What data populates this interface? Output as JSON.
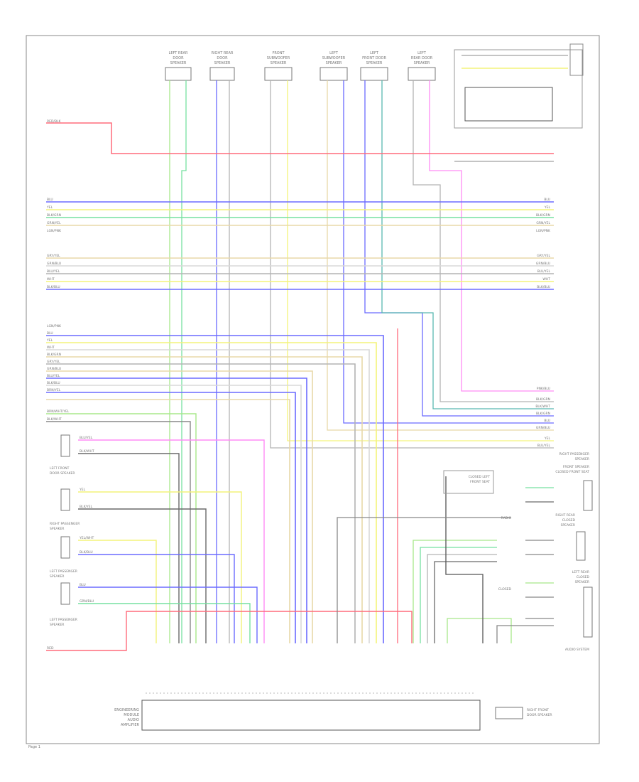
{
  "page": {
    "page_number": "Page 1"
  },
  "top_speakers": [
    {
      "line1": "LEFT REAR",
      "line2": "DOOR",
      "line3": "SPEAKER"
    },
    {
      "line1": "RIGHT REAR",
      "line2": "DOOR",
      "line3": "SPEAKER"
    },
    {
      "line1": "FRONT",
      "line2": "SUBWOOFER",
      "line3": "SPEAKER"
    },
    {
      "line1": "LEFT",
      "line2": "SUBWOOFER",
      "line3": "SPEAKER"
    },
    {
      "line1": "LEFT",
      "line2": "FRONT DOOR",
      "line3": "SPEAKER"
    },
    {
      "line1": "LEFT",
      "line2": "REAR DOOR",
      "line3": "SPEAKER"
    }
  ],
  "left_wire_labels": {
    "group0": [
      "RED/BLK"
    ],
    "group1": [
      "BLU",
      "YEL",
      "BLK/GRN",
      "GRN/YEL",
      "LGN/PNK"
    ],
    "group2": [
      "GRY/YEL",
      "GRN/BLU",
      "BLU/YEL",
      "WHT",
      "BLK/BLU"
    ],
    "group3": [
      "LGN/PNK",
      "BLU",
      "YEL",
      "WHT",
      "BLK/GRN",
      "GRY/YEL",
      "GRN/BLU",
      "BLU/YEL",
      "BLK/BLU",
      "BRN/YEL"
    ],
    "group4": [
      "BRN/WHT/YEL",
      "BLK/WHT"
    ],
    "group5": [
      "RED"
    ]
  },
  "right_wire_labels": {
    "group1": [
      "BLU",
      "YEL",
      "BLK/GRN",
      "GRN/YEL",
      "LGN/PNK"
    ],
    "group2": [
      "GRY/YEL",
      "GRN/BLU",
      "BLU/YEL",
      "WHT",
      "BLK/BLU"
    ],
    "group3": [
      "PNK/BLU",
      "BLK/GRN",
      "BLK/WHT",
      "BLK/GRN",
      "BLU",
      "GRN/BLU",
      "YEL",
      "BLU/YEL"
    ]
  },
  "left_speakers": [
    {
      "line1": "LEFT FRONT",
      "line2": "DOOR SPEAKER",
      "wire1": "BLU/YEL",
      "wire2": "BLK/WHT"
    },
    {
      "line1": "RIGHT PASSENGER",
      "line2": "SPEAKER",
      "wire1": "YEL",
      "wire2": "BLK/YEL"
    },
    {
      "line1": "LEFT PASSENGER",
      "line2": "SPEAKER",
      "wire1": "YEL/WHT",
      "wire2": "BLK/BLU"
    },
    {
      "line1": "LEFT PASSENGER",
      "line2": "SPEAKER",
      "wire1": "BLU",
      "wire2": "GRN/BLU"
    }
  ],
  "right_speakers": [
    {
      "line1": "RIGHT PASSENGER",
      "line2": "SPEAKER"
    },
    {
      "line1": "CLOSED LEFT",
      "line2": "FRONT SEAT"
    },
    {
      "line1": "FRONT SPEAKER",
      "line2": "CLOSED FRONT SEAT"
    },
    {
      "line1": "RIGHT REAR",
      "line2": "CLOSED",
      "line3": "SPEAKER"
    },
    {
      "line1": "LEFT REAR",
      "line2": "CLOSED",
      "line3": "SPEAKER"
    }
  ],
  "module": {
    "line1": "ENGINEERING",
    "line2": "MODULE",
    "line3": "AUDIO",
    "line4": "AMPLIFIER"
  },
  "bottom_right_speaker": {
    "line1": "RIGHT FRONT",
    "line2": "DOOR SPEAKER"
  },
  "labels": {
    "audio_system": "AUDIO SYSTEM",
    "radio": "RADIO",
    "closed": "CLOSED"
  },
  "colors": {
    "RED": "#ff6b7c",
    "BLU": "#6b6bff",
    "YEL": "#f3f37a",
    "GRN": "#76e0a0",
    "PNK": "#ff8cf5",
    "GRY": "#b4b4b4",
    "WHT": "#d8d8d8",
    "BLK": "#6a6a6a",
    "TAN": "#e8d8a8",
    "LGN": "#a8e88a",
    "TEAL": "#59b8b0"
  }
}
